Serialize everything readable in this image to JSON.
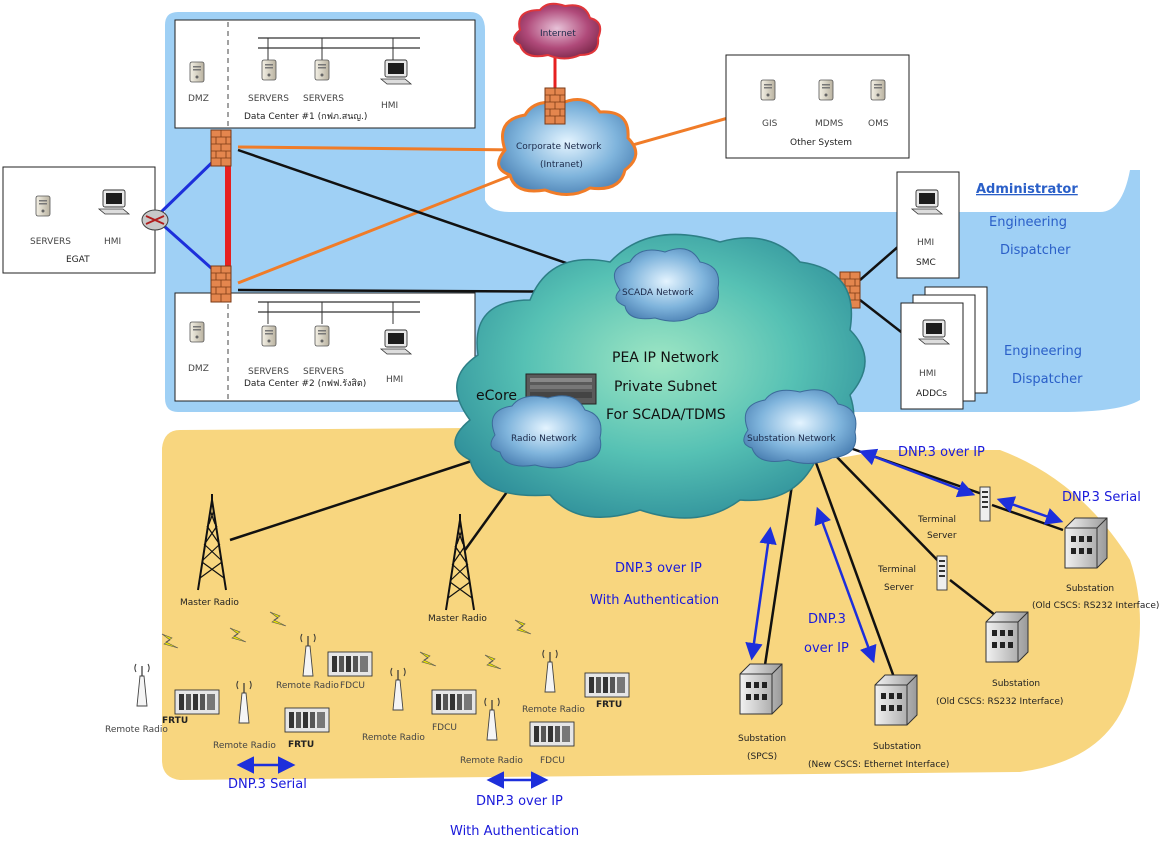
{
  "internet_label": "Internet",
  "corporate_network": {
    "line1": "Corporate Network",
    "line2": "(Intranet)"
  },
  "data_center_1": {
    "dmz": "DMZ",
    "servers1": "SERVERS",
    "servers2": "SERVERS",
    "hmi": "HMI",
    "caption": "Data Center #1 (กฟภ.สนญ.)"
  },
  "data_center_2": {
    "dmz": "DMZ",
    "servers1": "SERVERS",
    "servers2": "SERVERS",
    "hmi": "HMI",
    "caption": "Data Center #2 (กฟฟ.รังสิต)"
  },
  "egat": {
    "servers": "SERVERS",
    "hmi": "HMI",
    "caption": "EGAT"
  },
  "other_system": {
    "gis": "GIS",
    "mdms": "MDMS",
    "oms": "OMS",
    "caption": "Other System"
  },
  "smc": {
    "hmi": "HMI",
    "caption": "SMC"
  },
  "addcs": {
    "hmi": "HMI",
    "caption": "ADDCs"
  },
  "roles_top": {
    "admin": "Administrator",
    "eng": "Engineering",
    "disp": "Dispatcher"
  },
  "roles_bottom": {
    "eng": "Engineering",
    "disp": "Dispatcher"
  },
  "scada_network": "SCADA Network",
  "pea_network": {
    "line1": "PEA IP Network",
    "line2": "Private Subnet",
    "line3": "For SCADA/TDMS"
  },
  "ecore": "eCore",
  "radio_network": "Radio Network",
  "substation_network": "Substation Network",
  "master_radio_1": "Master Radio",
  "master_radio_2": "Master Radio",
  "remote_radio_labels": [
    "Remote Radio",
    "Remote Radio",
    "Remote Radio",
    "Remote Radio",
    "Remote Radio",
    "Remote Radio"
  ],
  "frtu_labels": [
    "FRTU",
    "FRTU",
    "FRTU"
  ],
  "fdcu_labels": [
    "FDCU",
    "FDCU",
    "FDCU"
  ],
  "terminal_server_1": {
    "line1": "Terminal",
    "line2": "Server"
  },
  "terminal_server_2": {
    "line1": "Terminal",
    "line2": "Server"
  },
  "substations": [
    {
      "line1": "Substation",
      "line2": "(Old CSCS: RS232 Interface)"
    },
    {
      "line1": "Substation",
      "line2": "(Old CSCS: RS232 Interface)"
    },
    {
      "line1": "Substation",
      "line2": "(New CSCS: Ethernet Interface)"
    },
    {
      "line1": "Substation",
      "line2": "(SPCS)"
    }
  ],
  "protocols": {
    "dnp_ip_top": "DNP.3 over IP",
    "dnp_serial_right": "DNP.3 Serial",
    "dnp_ip_auth_mid_l1": "DNP.3 over IP",
    "dnp_ip_auth_mid_l2": "With Authentication",
    "dnp_ip_right_l1": "DNP.3",
    "dnp_ip_right_l2": "over IP",
    "dnp_serial_bottom": "DNP.3 Serial",
    "dnp_ip_auth_bottom_l1": "DNP.3 over IP",
    "dnp_ip_auth_bottom_l2": "With Authentication"
  },
  "colors": {
    "blue_zone": "#99ccf5",
    "yellow_zone": "#f8d57e",
    "firewall": "#e0804a",
    "link_red": "#e62020",
    "link_orange": "#f07c28",
    "link_blue": "#1d2fdb"
  }
}
